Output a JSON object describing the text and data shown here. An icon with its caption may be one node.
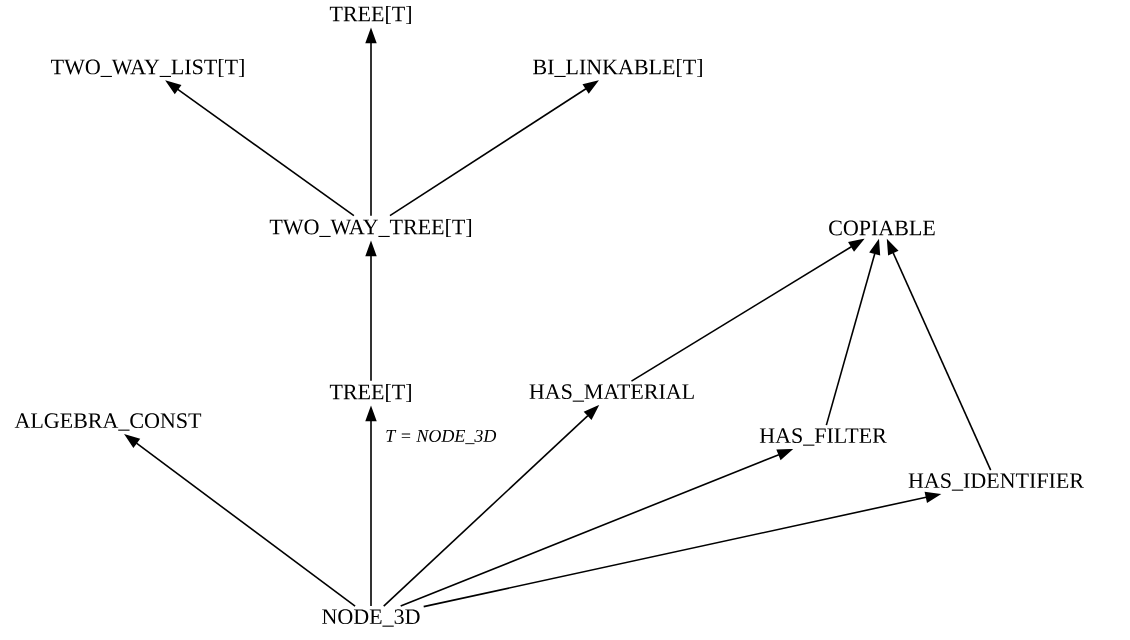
{
  "diagram": {
    "nodes": [
      {
        "text": [
          "TREE[T]"
        ]
      },
      {
        "text": [
          "TWO_WAY_LIST[T]"
        ]
      },
      {
        "text": [
          "BI_LINKABLE[T]"
        ]
      },
      {
        "text": [
          "TWO_WAY_TREE[T]"
        ]
      },
      {
        "text": [
          "COPIABLE"
        ]
      },
      {
        "text": [
          "TREE[T]"
        ]
      },
      {
        "text": [
          "HAS_MATERIAL"
        ]
      },
      {
        "text": [
          "ALGEBRA_CONST"
        ]
      },
      {
        "text": [
          "HAS_FILTER"
        ]
      },
      {
        "text": [
          "HAS_IDENTIFIER"
        ]
      },
      {
        "text": [
          "NODE_3D"
        ]
      }
    ],
    "edges": [
      {
        "from": 3,
        "to": 1,
        "arrow": "to"
      },
      {
        "from": 3,
        "to": 0,
        "arrow": "to"
      },
      {
        "from": 3,
        "to": 2,
        "arrow": "to"
      },
      {
        "from": 5,
        "to": 3,
        "arrow": "to"
      },
      {
        "from": 6,
        "to": 4,
        "arrow": "to"
      },
      {
        "from": 8,
        "to": 4,
        "arrow": "to"
      },
      {
        "from": 9,
        "to": 4,
        "arrow": "to"
      },
      {
        "from": 10,
        "to": 7,
        "arrow": "to"
      },
      {
        "from": 10,
        "to": 5,
        "arrow": "to",
        "label": "T = NODE_3D"
      },
      {
        "from": 10,
        "to": 6,
        "arrow": "to"
      },
      {
        "from": 10,
        "to": 8,
        "arrow": "to"
      },
      {
        "from": 10,
        "to": 9,
        "arrow": "to"
      }
    ]
  }
}
